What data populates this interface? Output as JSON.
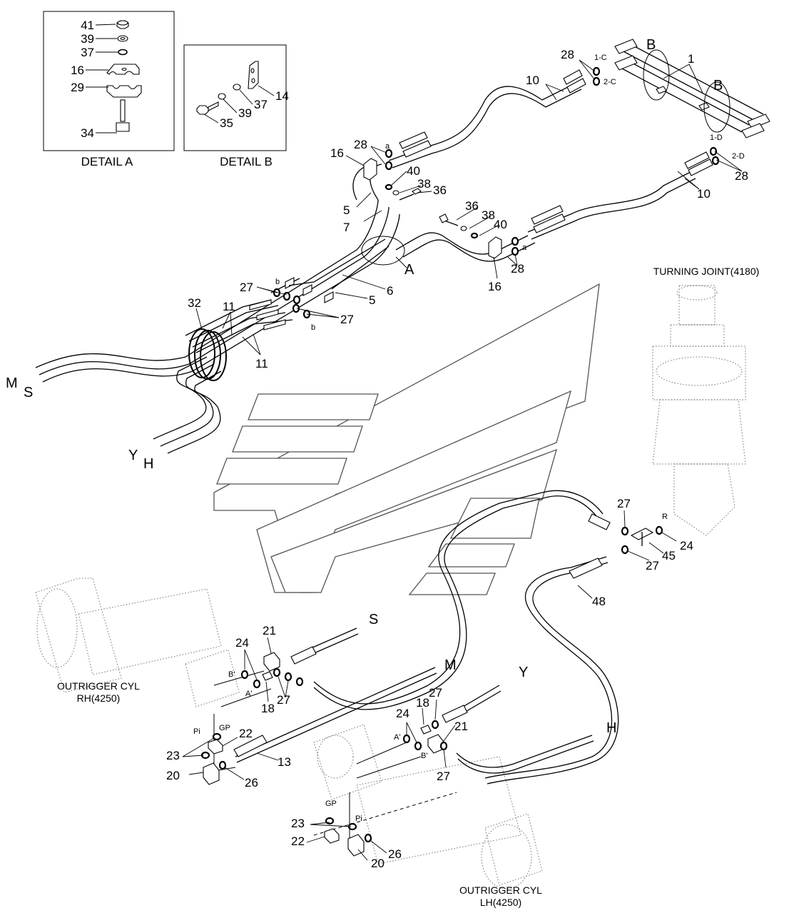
{
  "details": {
    "a": {
      "caption": "DETAIL A",
      "parts": [
        "41",
        "39",
        "37",
        "16",
        "29",
        "34"
      ]
    },
    "b": {
      "caption": "DETAIL B",
      "parts": [
        "14",
        "37",
        "39",
        "35"
      ]
    }
  },
  "callouts": {
    "c1": "1",
    "c28a": "28",
    "c1c": "1-C",
    "c2c": "2-C",
    "cB1": "B",
    "cB2": "B",
    "c10a": "10",
    "c28b": "28",
    "ca1": "a",
    "c16a": "16",
    "c40a": "40",
    "c38a": "38",
    "c36a": "36",
    "c5a": "5",
    "c7": "7",
    "c1d": "1-D",
    "c2d": "2-D",
    "c28c": "28",
    "c10b": "10",
    "c36b": "36",
    "c38b": "38",
    "c40b": "40",
    "ca2": "a",
    "c28d": "28",
    "c16b": "16",
    "cA": "A",
    "c6": "6",
    "c5b": "5",
    "c27a": "27",
    "cb1": "b",
    "c27b": "27",
    "cb2": "b",
    "c32": "32",
    "c11a": "11",
    "c11b": "11",
    "cM1": "M",
    "cS1": "S",
    "cY1": "Y",
    "cH1": "H",
    "c27c": "27",
    "cR": "R",
    "c24a": "24",
    "c45": "45",
    "c27d": "27",
    "c48": "48",
    "c21a": "21",
    "cS2": "S",
    "c24b": "24",
    "cBp1": "B'",
    "cAp1": "A'",
    "c18a": "18",
    "c27e": "27",
    "cM2": "M",
    "cY2": "Y",
    "c18b": "18",
    "c27f": "27",
    "c24c": "24",
    "c21b": "21",
    "cAp2": "A'",
    "cBp2": "B'",
    "c27g": "27",
    "cH2": "H",
    "cPi1": "Pi",
    "cGP1": "GP",
    "c22a": "22",
    "c23a": "23",
    "c20a": "20",
    "c26a": "26",
    "c13": "13",
    "cGP2": "GP",
    "cPi2": "Pi",
    "c23b": "23",
    "c22b": "22",
    "c20b": "20",
    "c26b": "26"
  },
  "components": {
    "turning_joint": "TURNING JOINT(4180)",
    "outrigger_rh_line1": "OUTRIGGER CYL",
    "outrigger_rh_line2": "RH(4250)",
    "outrigger_lh_line1": "OUTRIGGER CYL",
    "outrigger_lh_line2": "LH(4250)"
  }
}
